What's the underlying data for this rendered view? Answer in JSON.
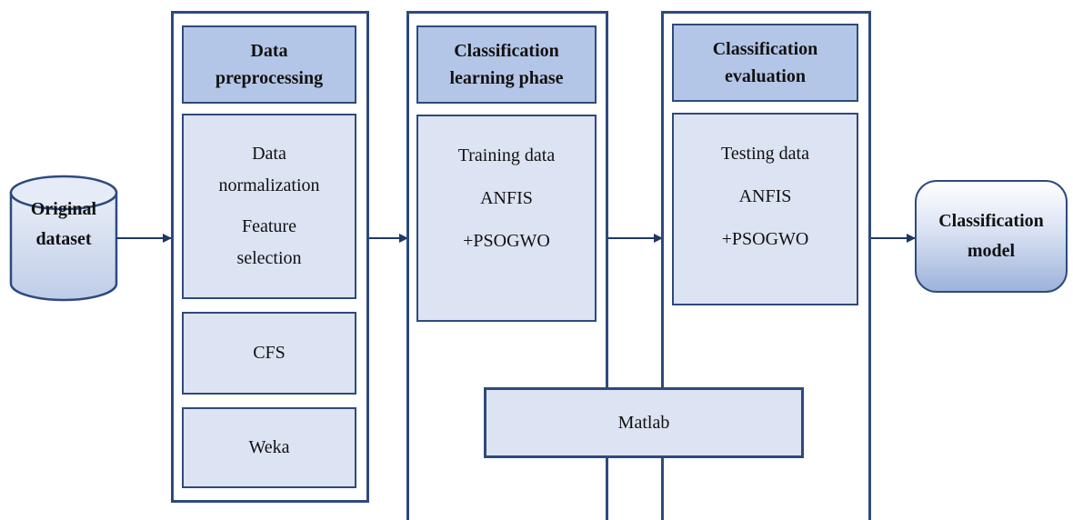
{
  "source": {
    "label": "Original\ndataset"
  },
  "preprocessing": {
    "header": "Data\npreprocessing",
    "box1": {
      "line1": "Data\nnormalization",
      "line2": "Feature\nselection"
    },
    "box2": "CFS",
    "box3": "Weka"
  },
  "learning": {
    "header": "Classification\nlearning phase",
    "lines": [
      "Training data",
      "ANFIS",
      "+PSOGWO"
    ]
  },
  "evaluation": {
    "header": "Classification\nevaluation",
    "lines": [
      "Testing data",
      "ANFIS",
      "+PSOGWO"
    ]
  },
  "tool": "Matlab",
  "output": {
    "label": "Classification\nmodel"
  },
  "colors": {
    "border": "#2E4A7D",
    "header_fill": "#B4C6E7",
    "box_fill": "#DCE3F2",
    "arrow": "#1F3864"
  }
}
